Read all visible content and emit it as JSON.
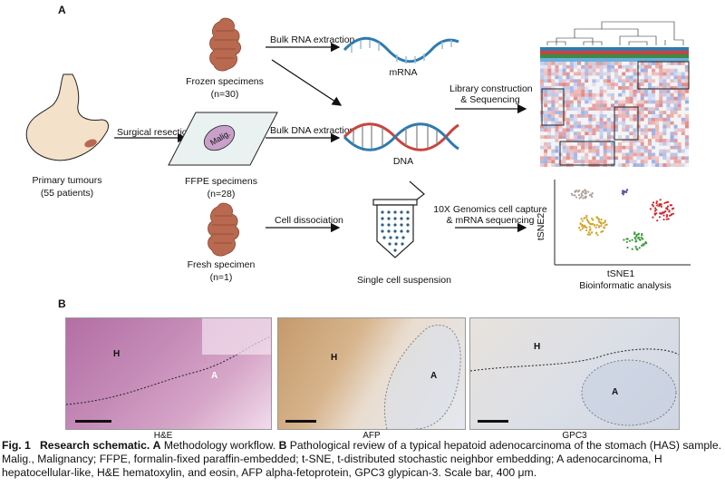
{
  "panel_a": {
    "letter": "A",
    "primary": {
      "line1": "Primary tumours",
      "line2": "(55 patients)"
    },
    "surgical": "Surgical resections",
    "frozen": {
      "line1": "Frozen specimens",
      "line2": "(n=30)"
    },
    "ffpe": {
      "line1": "FFPE specimens",
      "line2": "(n=28)",
      "slide_text": "Malig."
    },
    "fresh": {
      "line1": "Fresh specimen",
      "line2": "(n=1)"
    },
    "bulk_rna": "Bulk RNA extraction",
    "bulk_dna": "Bulk DNA extraction",
    "cell_dissociation": "Cell dissociation",
    "mrna": "mRNA",
    "dna": "DNA",
    "single_cell": "Single cell suspension",
    "library": {
      "line1": "Library construction",
      "line2": "& Sequencing"
    },
    "genomics": {
      "line1": "10X Genomics cell capture",
      "line2": "& mRNA sequencing"
    },
    "tsne_x": "tSNE1",
    "tsne_y": "tSNE2",
    "bioinformatic": "Bioinformatic analysis",
    "colors": {
      "tissue": "#b9694f",
      "stomach": "#f3e1c9",
      "dna_red": "#c9443c",
      "dna_blue": "#2f7ab0"
    }
  },
  "panel_b": {
    "letter": "B",
    "images": [
      {
        "caption": "H&E",
        "label_h": "H",
        "label_a": "A"
      },
      {
        "caption": "AFP",
        "label_h": "H",
        "label_a": "A"
      },
      {
        "caption": "GPC3",
        "label_h": "H",
        "label_a": "A"
      }
    ]
  },
  "caption": {
    "fig": "Fig. 1",
    "title": "Research schematic.",
    "a": "A",
    "a_text": "Methodology workflow.",
    "b": "B",
    "b_text": "Pathological review of a typical hepatoid adenocarcinoma of the stomach (HAS) sample. Malig., Malignancy; FFPE, formalin-fixed paraffin-embedded; t-SNE, t-distributed stochastic neighbor embedding; A adenocarcinoma, H hepatocellular-like, H&E hematoxylin, and eosin, AFP alpha-fetoprotein, GPC3 glypican-3. Scale bar, 400 μm."
  }
}
